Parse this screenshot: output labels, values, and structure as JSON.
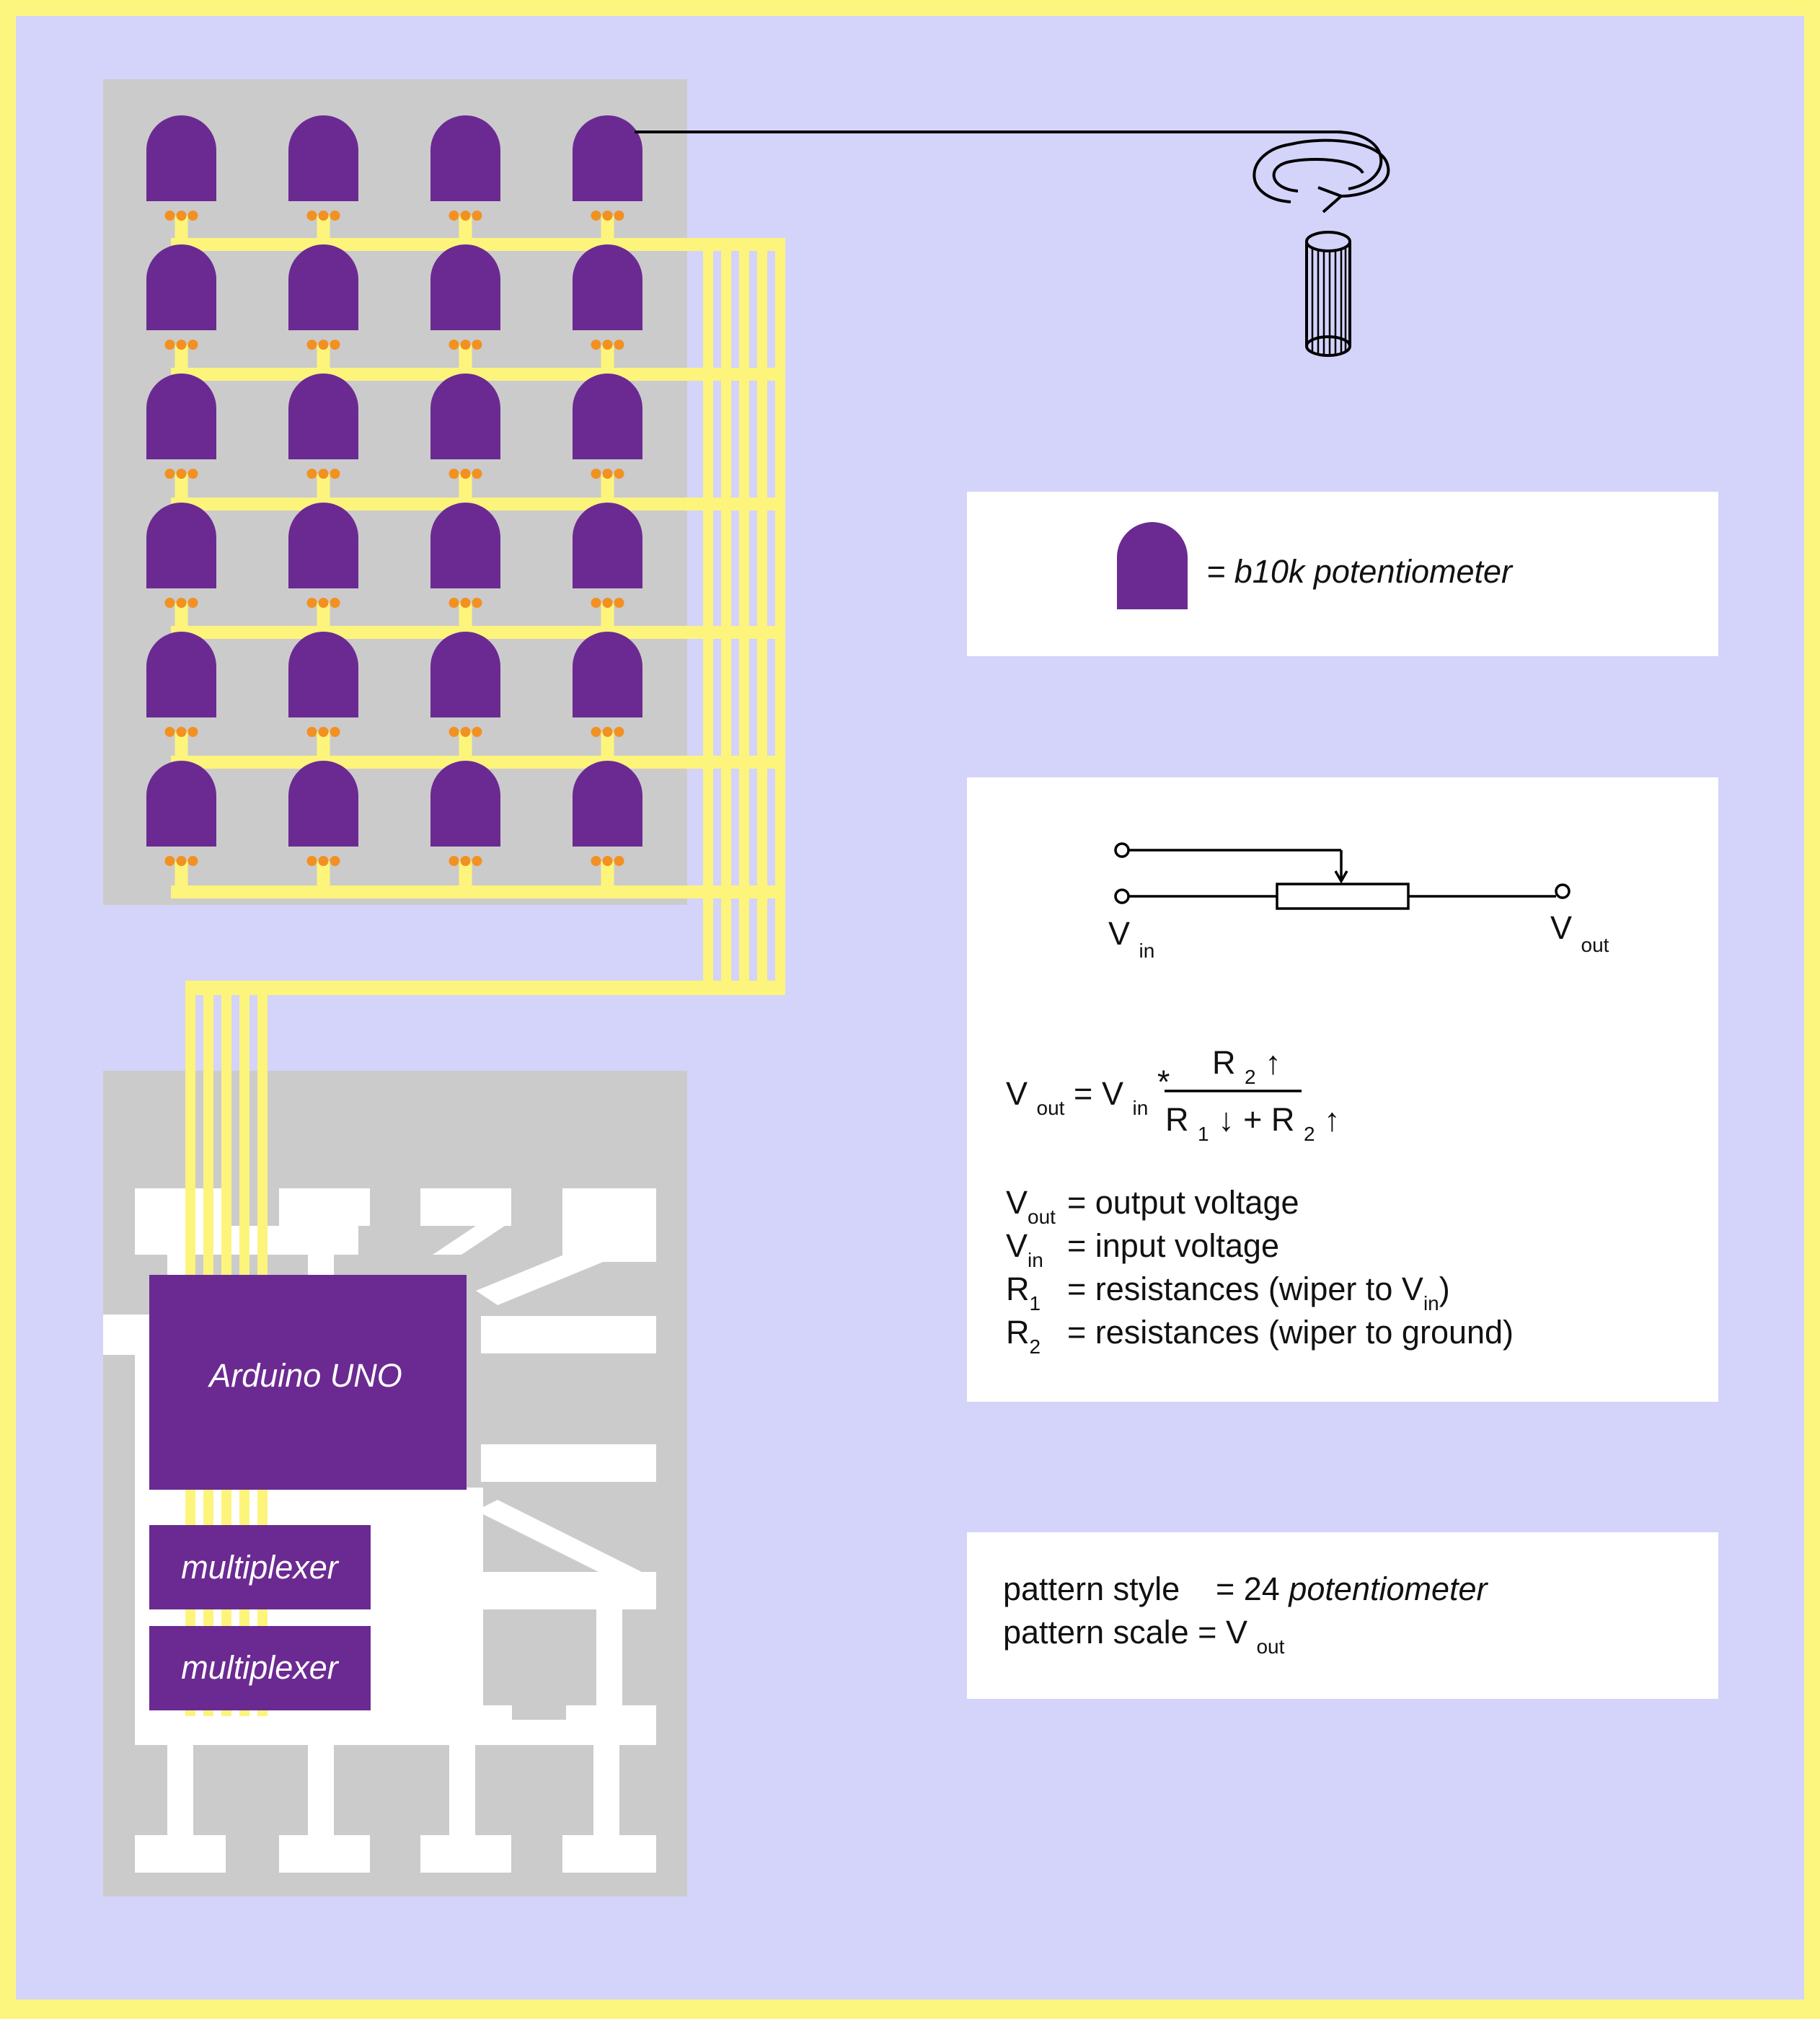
{
  "colors": {
    "frame": "#fcf67e",
    "background": "#d4d3fa",
    "board": "#cbcbcb",
    "pot": "#6b2a91",
    "pin": "#f29121",
    "wire": "#fdf47c",
    "panel": "#ffffff"
  },
  "board": {
    "rows": 6,
    "cols": 4,
    "pot_count": 24
  },
  "arduino": {
    "label": "Arduino UNO"
  },
  "mux": {
    "labels": [
      "multiplexer",
      "multiplexer"
    ]
  },
  "icons": {
    "knob": "rotating-knob-icon",
    "pot": "potentiometer-icon",
    "schematic": "potentiometer-schematic-icon"
  },
  "legend": {
    "text": "= b10k potentiometer"
  },
  "schematic": {
    "vin_main": "V",
    "vin_sub": "in",
    "vout_main": "V",
    "vout_sub": "out"
  },
  "formula": {
    "lhs_main": "V",
    "lhs_sub": "out",
    "eq": "=",
    "vin_main": "V",
    "vin_sub": "in",
    "star": "*",
    "num_main": "R",
    "num_sub": "2",
    "num_arrow": "↑",
    "den_r1_main": "R",
    "den_r1_sub": "1",
    "den_r1_arrow": "↓",
    "den_plus": "+",
    "den_r2_main": "R",
    "den_r2_sub": "2",
    "den_r2_arrow": "↑"
  },
  "definitions": [
    {
      "sym": "V",
      "sub": "out",
      "text": "= output voltage",
      "tail_sub": "",
      "tail_end": ""
    },
    {
      "sym": "V",
      "sub": "in",
      "text": "= input voltage",
      "tail_sub": "",
      "tail_end": ""
    },
    {
      "sym": "R",
      "sub": "1",
      "text": "= resistances (wiper to V",
      "tail_sub": "in",
      "tail_end": ")"
    },
    {
      "sym": "R",
      "sub": "2",
      "text": "= resistances (wiper to ground)",
      "tail_sub": "",
      "tail_end": ""
    }
  ],
  "pattern": {
    "style_label": "pattern style",
    "style_eq": "= 24",
    "style_value": "potentiometer",
    "scale_label": "pattern scale",
    "scale_eq": "= V",
    "scale_sub": "out"
  }
}
